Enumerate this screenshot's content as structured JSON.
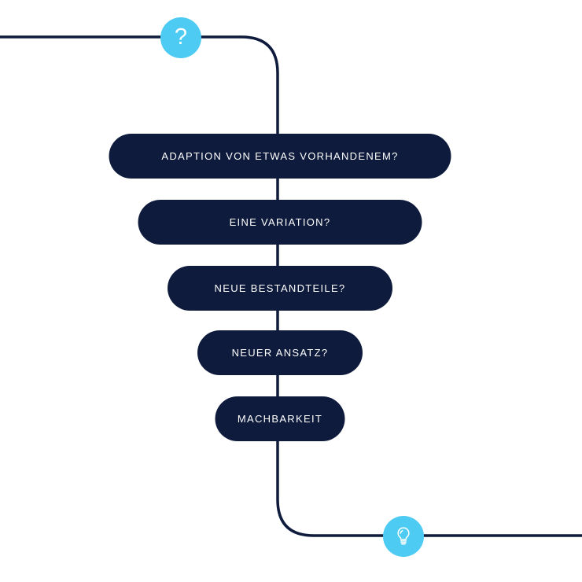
{
  "diagram": {
    "funnel_steps": [
      {
        "label": "ADAPTION VON ETWAS VORHANDENEM?"
      },
      {
        "label": "EINE VARIATION?"
      },
      {
        "label": "NEUE BESTANDTEILE?"
      },
      {
        "label": "NEUER ANSATZ?"
      },
      {
        "label": "MACHBARKEIT"
      }
    ],
    "start_node": {
      "icon": "question-mark-icon",
      "glyph": "?"
    },
    "end_node": {
      "icon": "lightbulb-icon"
    },
    "colors": {
      "line_navy": "#0E1B3C",
      "pill_navy": "#0E1B3C",
      "node_cyan": "#4DCBF2",
      "label_text": "#FFFFFF"
    }
  }
}
